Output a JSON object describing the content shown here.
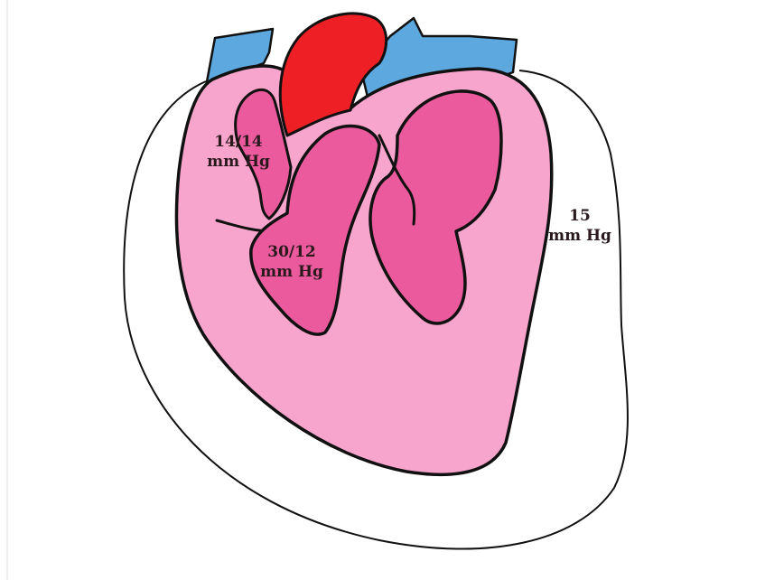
{
  "colors": {
    "background": "#ffffff",
    "pericardium_outline": "#111111",
    "heart_fill": "#f8a5cd",
    "chamber_fill": "#ea5a9d",
    "aorta_fill": "#ee2026",
    "veins_fill": "#5ca8df",
    "outline": "#111111",
    "label_text": "#2a1a1e"
  },
  "labels": {
    "right_atrium": {
      "line1": "14/14",
      "line2": "mm Hg"
    },
    "right_ventricle": {
      "line1": "30/12",
      "line2": "mm Hg"
    },
    "pericardial_space": {
      "line1": "15",
      "line2": "mm Hg"
    }
  }
}
